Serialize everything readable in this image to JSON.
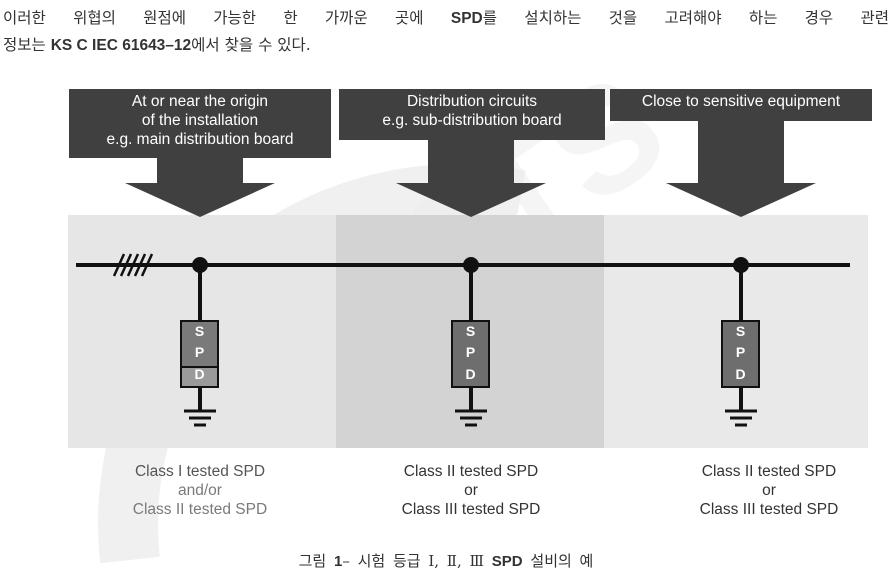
{
  "intro": {
    "line1_pre": "이러한 위협의 원점에 가능한 한 가까운 곳에 ",
    "line1_bold": "SPD",
    "line1_post": "를 설치하는 것을 고려해야 하는 경우 관련",
    "line2_pre": "정보는 ",
    "line2_bold": "KS C IEC 61643–12",
    "line2_post": "에서 찾을 수 있다."
  },
  "locations": [
    {
      "header": [
        "At or near the origin",
        "of the installation",
        "e.g. main distribution board"
      ],
      "spd_letters": [
        "S",
        "P",
        "D"
      ],
      "classes": [
        "Class I tested SPD",
        "and/or",
        "Class II tested SPD"
      ]
    },
    {
      "header": [
        "Distribution circuits",
        "e.g. sub-distribution board"
      ],
      "spd_letters": [
        "S",
        "P",
        "D"
      ],
      "classes": [
        "Class II tested SPD",
        "or",
        "Class III tested SPD"
      ]
    },
    {
      "header": [
        "Close to sensitive equipment"
      ],
      "spd_letters": [
        "S",
        "P",
        "D"
      ],
      "classes": [
        "Class II tested SPD",
        "or",
        "Class III tested SPD"
      ]
    }
  ],
  "caption": {
    "pre": "그림 ",
    "number": "1",
    "dash": "– 시험 등급 Ⅰ, Ⅱ, Ⅲ ",
    "bold": "SPD",
    "post": " 설비의 예"
  },
  "colors": {
    "header_bg": "#404040",
    "zone_light": "#e6e6e6",
    "zone_dark": "#d3d3d3",
    "label_class1": "#555555",
    "label_faded": "#7a7a7a",
    "label_dark": "#333333",
    "watermark": "#eeeeee"
  }
}
